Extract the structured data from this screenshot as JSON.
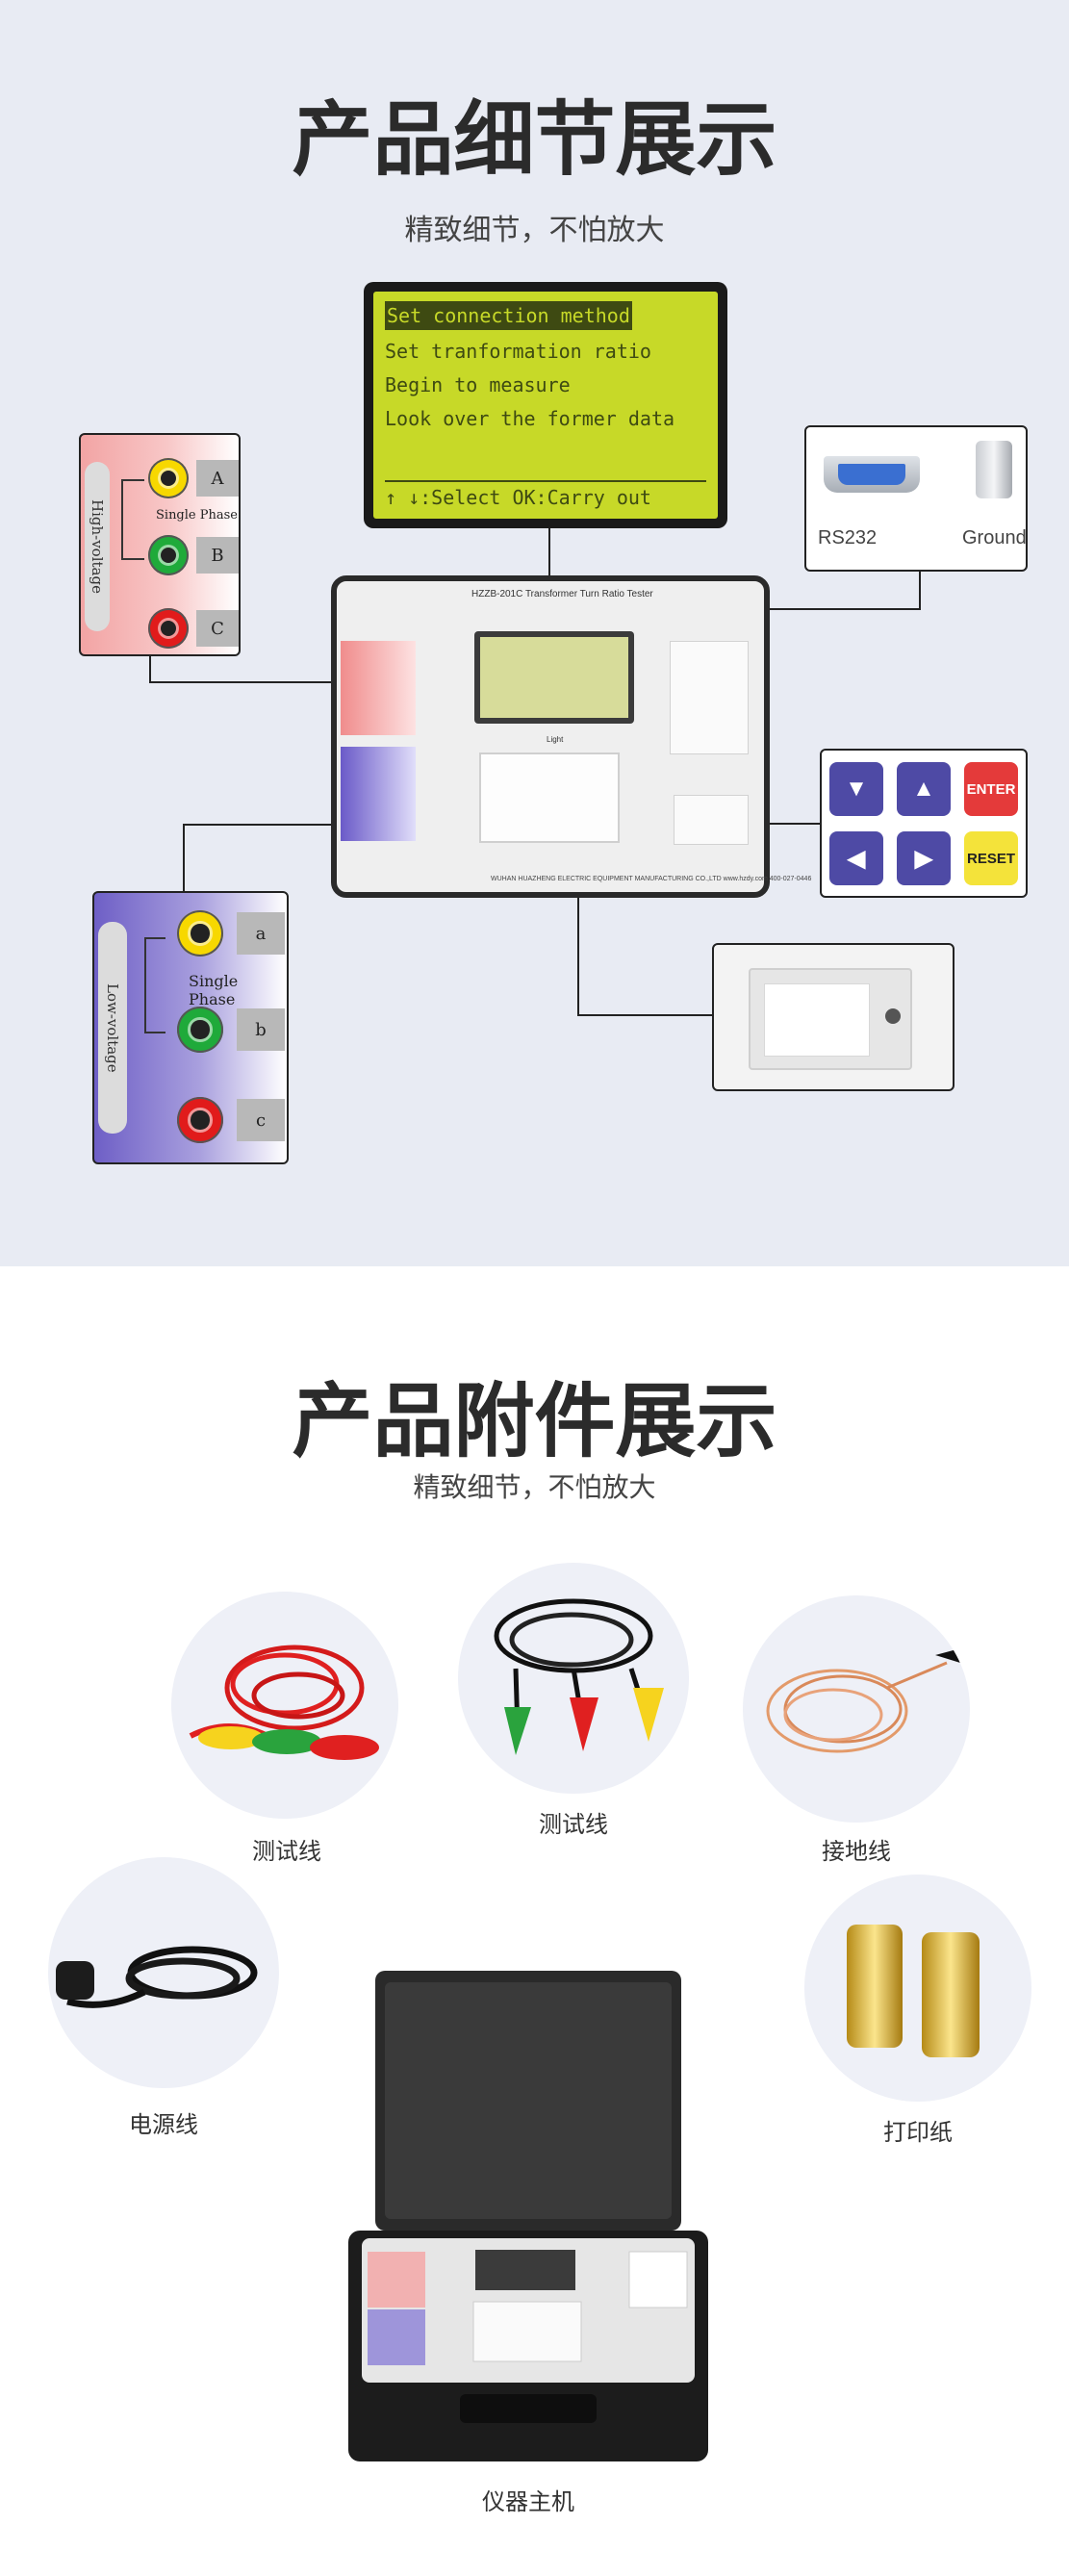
{
  "section_detail": {
    "title": "产品细节展示",
    "subtitle": "精致细节，不怕放大"
  },
  "lcd": {
    "lines": [
      "Set connection method",
      "Set tranformation ratio",
      "Begin to measure",
      "Look over the former data"
    ],
    "footer": "↑ ↓:Select OK:Carry out"
  },
  "high_voltage": {
    "label": "High-voltage",
    "phase_label": "Single Phase",
    "terminals": [
      "A",
      "B",
      "C"
    ]
  },
  "low_voltage": {
    "label": "Low-voltage",
    "phase_label": "Single Phase",
    "terminals": [
      "a",
      "b",
      "c"
    ]
  },
  "ports": {
    "rs232": "RS232",
    "ground": "Ground"
  },
  "keypad": {
    "up": "▲",
    "down": "▼",
    "left": "◀",
    "right": "▶",
    "enter": "ENTER",
    "reset": "RESET"
  },
  "device": {
    "model_title": "HZZB-201C Transformer Turn Ratio Tester",
    "light_label": "Light",
    "footer": "WUHAN HUAZHENG ELECTRIC EQUIPMENT MANUFACTURING CO.,LTD  www.hzdy.com  400-027-0446"
  },
  "section_accessories": {
    "title": "产品附件展示",
    "subtitle": "精致细节，不怕放大",
    "items": [
      {
        "name": "测试线"
      },
      {
        "name": "测试线"
      },
      {
        "name": "接地线"
      },
      {
        "name": "电源线"
      },
      {
        "name": "打印纸"
      },
      {
        "name": "仪器主机"
      }
    ]
  },
  "colors": {
    "section_bg": "#e8ebf3",
    "lcd_bg": "#c7d928",
    "nav_key": "#4e4aa5",
    "enter_key": "#e43a3a",
    "reset_key": "#f4e33a"
  }
}
